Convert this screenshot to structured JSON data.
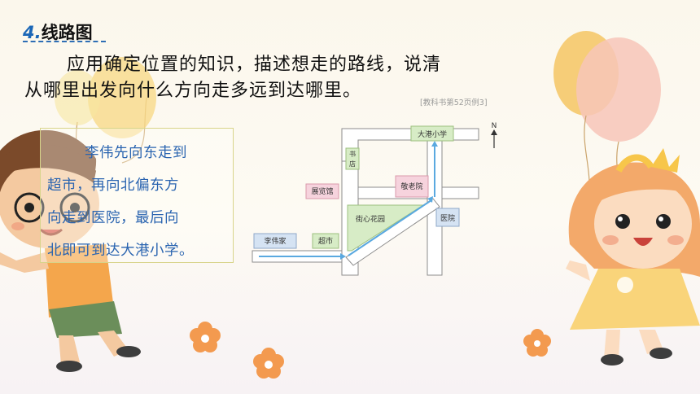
{
  "heading": {
    "number": "4.",
    "title": "线路图"
  },
  "intro": {
    "line1": "应用确定位置的知识，描述想走的路线，说清",
    "line2": "从哪里出发向什么方向走多远到达哪里。"
  },
  "reference": "[教科书第52页例3]",
  "answer": {
    "line1": "李伟先向东走到",
    "line2": "超市，再向北偏东方",
    "line3": "向走到医院，最后向",
    "line4": "北即可到达大港小学。"
  },
  "map": {
    "compass": "N",
    "labels": {
      "school": "大港小学",
      "bookstore": "书店",
      "nursing_home": "敬老院",
      "exhibition": "展览馆",
      "garden": "街心花园",
      "hospital": "医院",
      "liwei_home": "李伟家",
      "supermarket": "超市"
    }
  },
  "colors": {
    "title_number": "#1b67b7",
    "answer_text": "#2a64b0",
    "route": "#5aa9e0",
    "map_block_green": "#d7ecc6",
    "map_block_pink": "#f6d3dd",
    "map_block_blue": "#d5e3f3"
  }
}
